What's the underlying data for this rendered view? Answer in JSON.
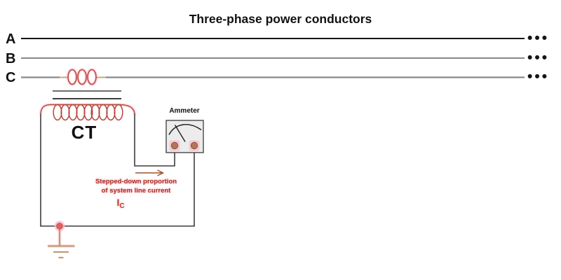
{
  "title": "Three-phase power conductors",
  "phases": [
    {
      "label": "A"
    },
    {
      "label": "B"
    },
    {
      "label": "C"
    }
  ],
  "continuation_dots": "•••",
  "ct": {
    "label": "CT"
  },
  "ammeter": {
    "label": "Ammeter"
  },
  "annotation": {
    "line1": "Stepped-down proportion",
    "line2": "of system line current",
    "current_base": "I",
    "current_sub": "C"
  },
  "colors": {
    "phase_a_line": "#151515",
    "phase_bc_line": "#888888",
    "coil_red": "#b5473c",
    "annotation_red": "#a93226",
    "current_symbol_red": "#c0392b",
    "arrow_brown": "#a0522d",
    "wire_dark": "#3d3d3d",
    "terminal_brown": "#b27756",
    "halo_pink": "#f7bfcc",
    "ground_tan": "#c09a78",
    "ammeter_fill": "#ececec"
  }
}
